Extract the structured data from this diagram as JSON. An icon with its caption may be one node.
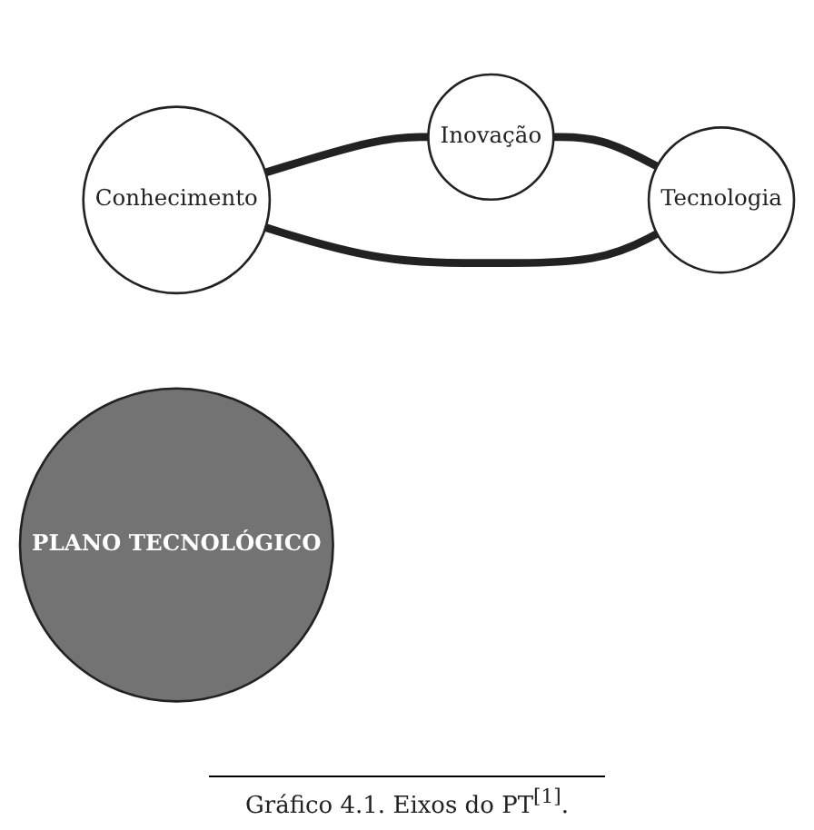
{
  "diagram": {
    "caption": "Gráfico 4.1. Eixos do PT$^{[1]}$.",
    "nodes": [
      {
        "text": [
          "Conhecimento"
        ]
      },
      {
        "text": [
          "PLANO TECNOLÓGICO"
        ]
      },
      {
        "text": [
          "Tecnologia"
        ]
      },
      {
        "text": [
          "Inovação"
        ]
      }
    ],
    "edges": [
      {
        "from": 0,
        "to": 3,
        "arrow": "none"
      },
      {
        "from": 3,
        "to": 2,
        "arrow": "none"
      },
      {
        "from": 2,
        "to": 0,
        "arrow": "none"
      }
    ]
  }
}
